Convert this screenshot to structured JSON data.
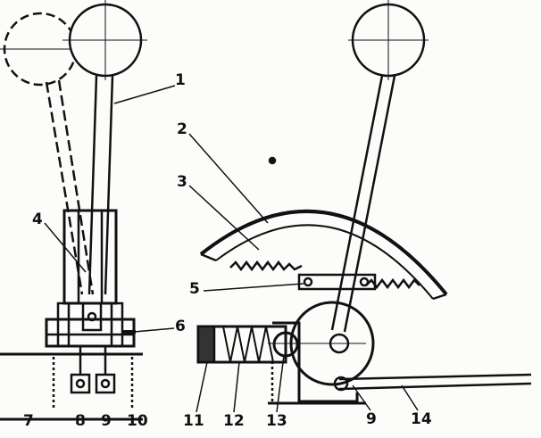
{
  "labels": {
    "l1": "1",
    "l2": "2",
    "l3": "3",
    "l4": "4",
    "l5": "5",
    "l6": "6",
    "l7": "7",
    "l8": "8",
    "l9a": "9",
    "l10": "10",
    "l11": "11",
    "l12": "12",
    "l13": "13",
    "l9b": "9",
    "l14": "14"
  }
}
